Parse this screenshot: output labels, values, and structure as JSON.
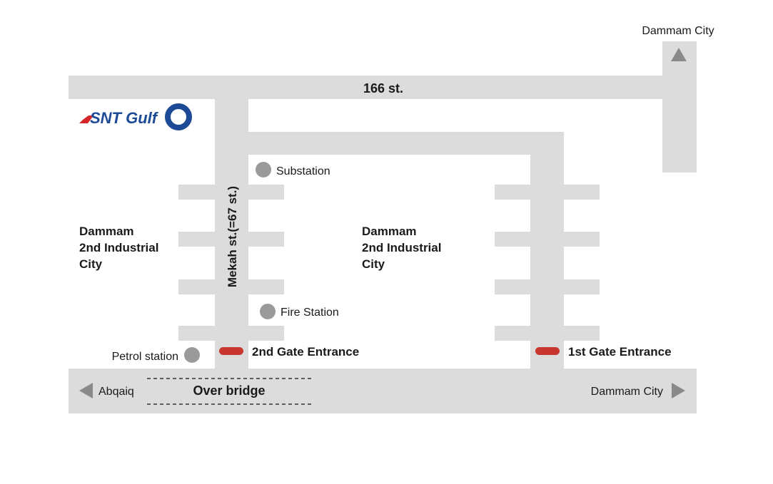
{
  "logo": {
    "text": "SNT Gulf",
    "colors": {
      "text": "#1d4a96",
      "accent": "#d6262c",
      "ring": "#1d4a96"
    }
  },
  "roads": {
    "top_street": "166 st.",
    "main_street": "Mekah st.(=67 st.)",
    "over_bridge": "Over bridge"
  },
  "places": {
    "area_left": [
      "Dammam",
      "2nd Industrial",
      "City"
    ],
    "area_right": [
      "Dammam",
      "2nd Industrial",
      "City"
    ],
    "substation": "Substation",
    "fire_station": "Fire Station",
    "petrol_station": "Petrol station"
  },
  "gates": {
    "second": "2nd Gate Entrance",
    "first": "1st Gate Entrance"
  },
  "directions": {
    "north": "Dammam City",
    "west": "Abqaiq",
    "east": "Dammam City"
  },
  "icons": {
    "north": "triangle-up-icon",
    "west": "triangle-left-icon",
    "east": "triangle-right-icon",
    "poi": "circle-marker-icon",
    "gate": "gate-marker-icon"
  },
  "colors": {
    "road": "#dcdcdc",
    "poi_marker": "#9a9a9a",
    "gate_marker": "#c8372f",
    "arrow": "#8a8a8a"
  }
}
